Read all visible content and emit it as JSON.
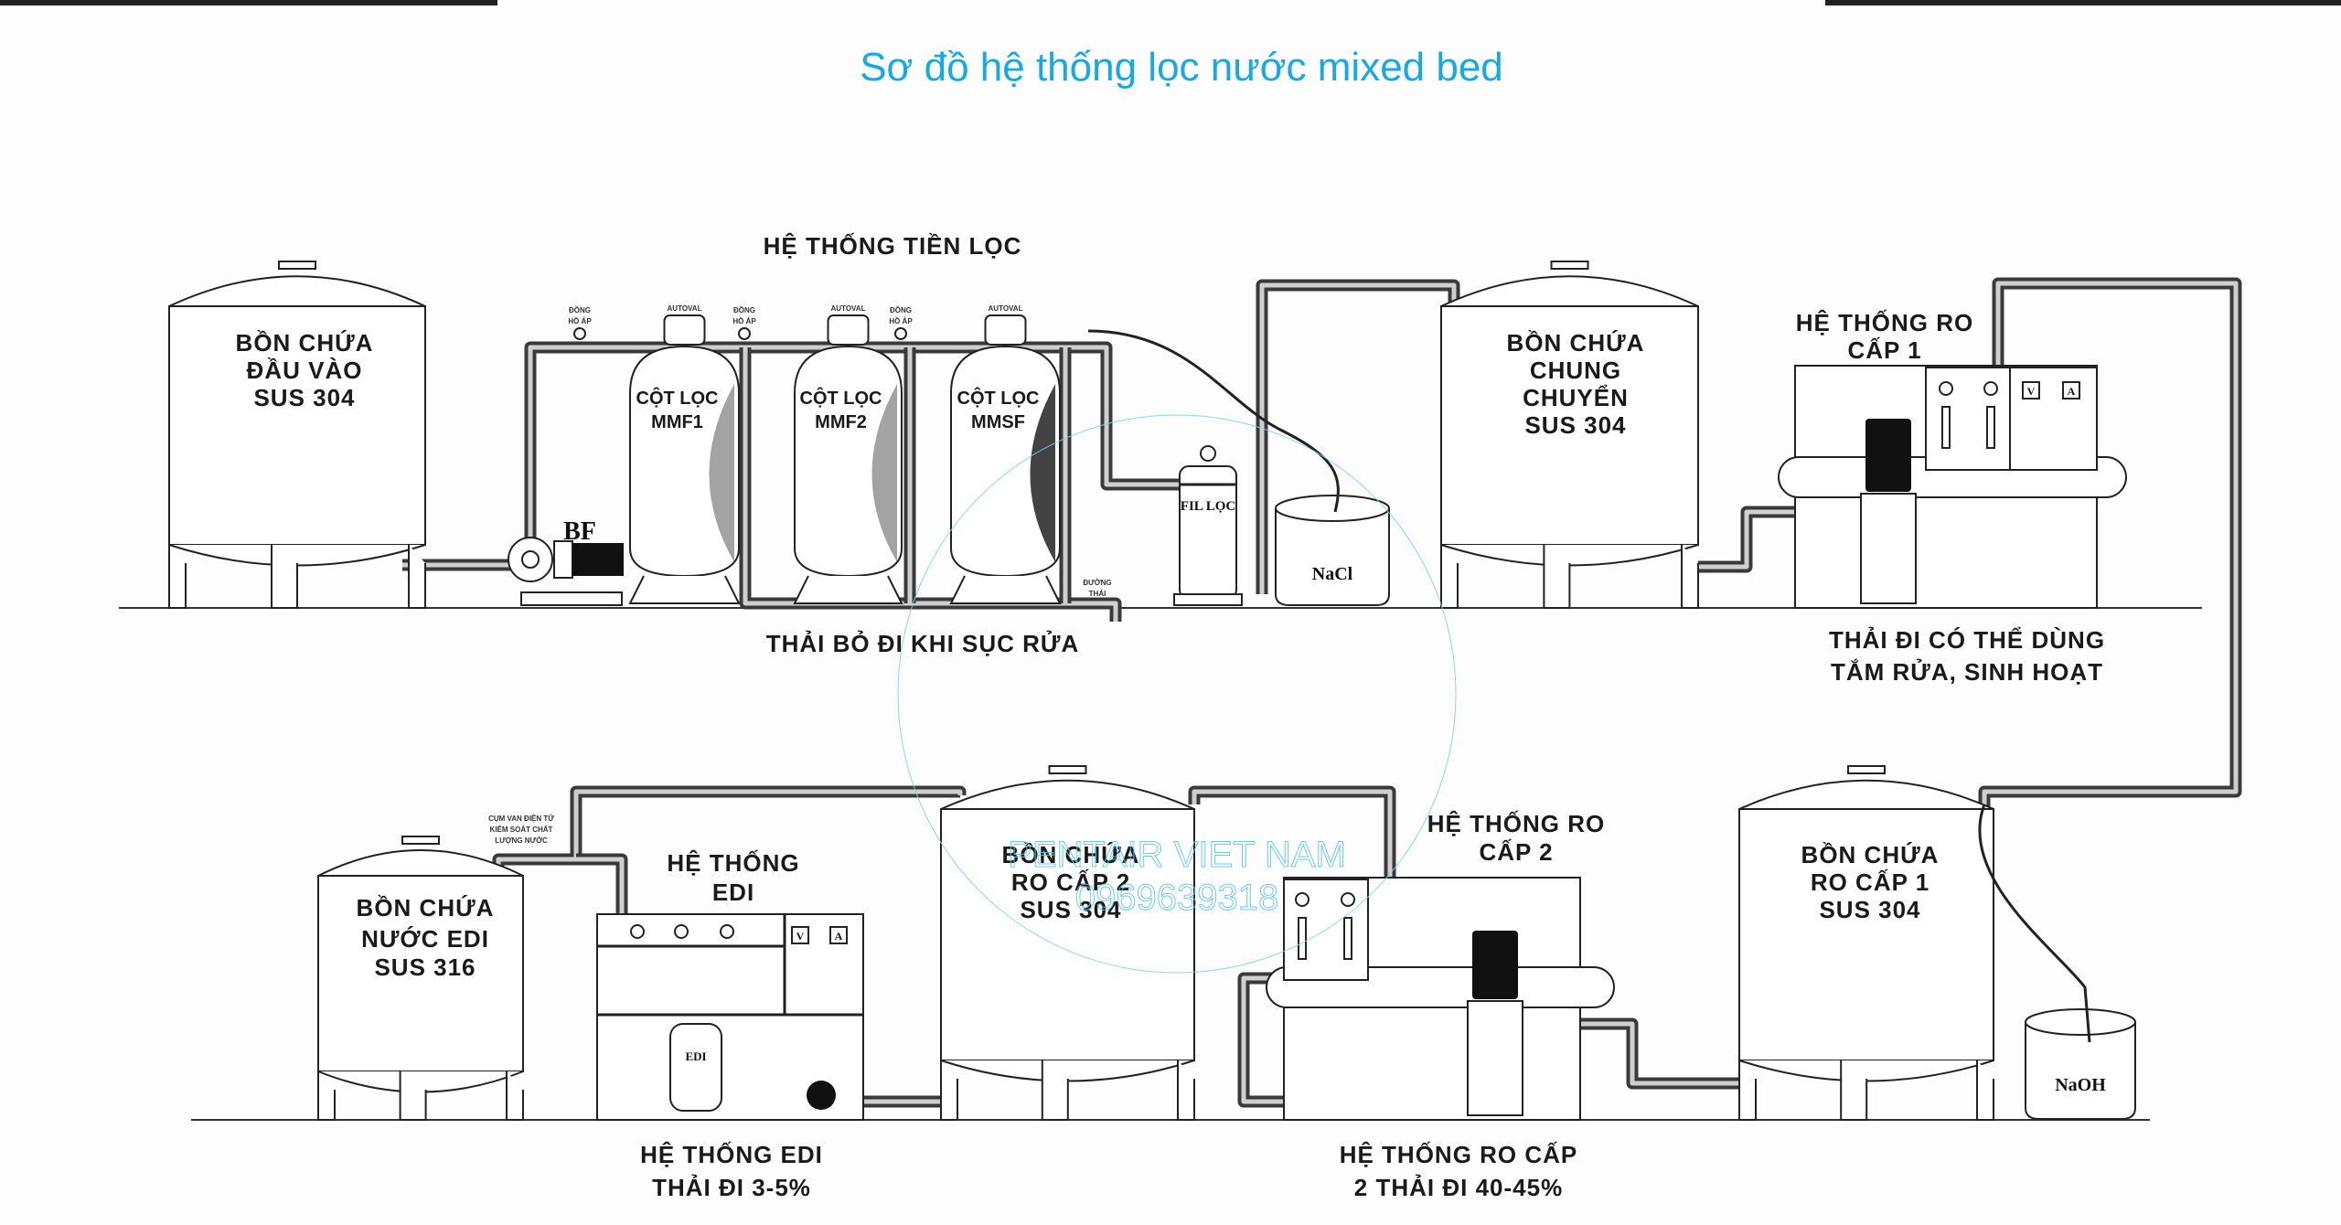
{
  "title": "Sơ đồ hệ thống lọc nước mixed bed",
  "pretreatment": {
    "header": "HỆ THỐNG TIỀN LỌC",
    "inlet_tank": [
      "BỒN CHỨA",
      "ĐẦU VÀO",
      "SUS 304"
    ],
    "pump_label": "BF",
    "columns": [
      {
        "line1": "CỘT LỌC",
        "line2": "MMF1"
      },
      {
        "line1": "CỘT LỌC",
        "line2": "MMF2"
      },
      {
        "line1": "CỘT LỌC",
        "line2": "MMSF"
      }
    ],
    "gauge_label": [
      "ĐỒNG",
      "HỒ ÁP"
    ],
    "valve_label": "AUTOVAL",
    "drain_label": [
      "ĐƯỜNG",
      "THẢI"
    ],
    "cartridge_label": "FIL LỌC",
    "salt_tank": "NaCl",
    "footer": "THẢI BỎ ĐI KHI SỤC RỬA"
  },
  "transfer_tank": [
    "BỒN CHỨA",
    "CHUNG",
    "CHUYỂN",
    "SUS 304"
  ],
  "ro1": {
    "header": [
      "HỆ THỐNG RO",
      "CẤP 1"
    ],
    "footer": [
      "THẢI ĐI CÓ THỂ DÙNG",
      "TẮM RỬA, SINH HOẠT"
    ],
    "meters": [
      "V",
      "A"
    ]
  },
  "ro1_tank": [
    "BỒN CHỨA",
    "RO CẤP 1",
    "SUS 304"
  ],
  "naoh_tank": "NaOH",
  "ro2": {
    "header": [
      "HỆ THỐNG RO",
      "CẤP 2"
    ],
    "footer": [
      "HỆ THỐNG RO CẤP",
      "2 THẢI ĐI 40-45%"
    ]
  },
  "ro2_tank": [
    "BỒN CHỨA",
    "RO CẤP 2",
    "SUS 304"
  ],
  "edi": {
    "header": [
      "HỆ THỐNG",
      "EDI"
    ],
    "module_label": "EDI",
    "meters": [
      "V",
      "A"
    ],
    "valve_note": [
      "CỤM VAN ĐIỆN TỬ",
      "KIỂM SOÁT CHẤT",
      "LƯỢNG NƯỚC"
    ],
    "footer": [
      "HỆ THỐNG EDI",
      "THẢI ĐI 3-5%"
    ]
  },
  "edi_tank": [
    "BỒN CHỨA",
    "NƯỚC EDI",
    "SUS 316"
  ],
  "watermark": {
    "name": "PENTAIR VIET NAM",
    "phone": "0969639318"
  }
}
